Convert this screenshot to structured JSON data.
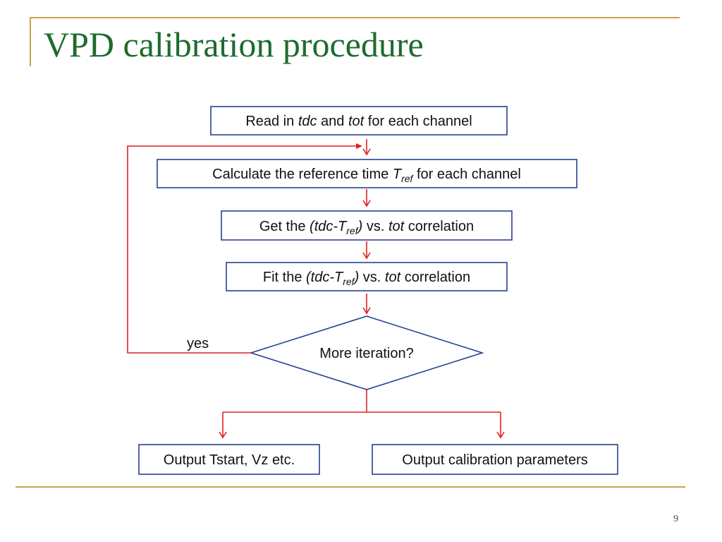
{
  "slide": {
    "title": "VPD calibration procedure",
    "page_number": "9"
  },
  "flowchart": {
    "step_read": {
      "before": "Read in ",
      "var1": "tdc",
      "mid": " and ",
      "var2": "tot",
      "after": " for each channel"
    },
    "step_calc": {
      "before": "Calculate the reference time ",
      "var": "T",
      "sub": "ref",
      "after": " for each channel"
    },
    "step_get": {
      "before": "Get the ",
      "open": "(tdc-T",
      "sub": "ref",
      "close": ")",
      "mid": " vs. ",
      "var": "tot",
      "after": " correlation"
    },
    "step_fit": {
      "before": "Fit the ",
      "open": "(tdc-T",
      "sub": "ref",
      "close": ")",
      "mid": " vs. ",
      "var": "tot",
      "after": " correlation"
    },
    "decision": "More iteration?",
    "loop_label": "yes",
    "output_left": "Output Tstart, Vz etc.",
    "output_right": "Output calibration parameters"
  },
  "colors": {
    "title": "#1e6b2e",
    "accent": "#c9a24a",
    "box_border": "#2b3f8f",
    "arrow": "#e02020"
  }
}
